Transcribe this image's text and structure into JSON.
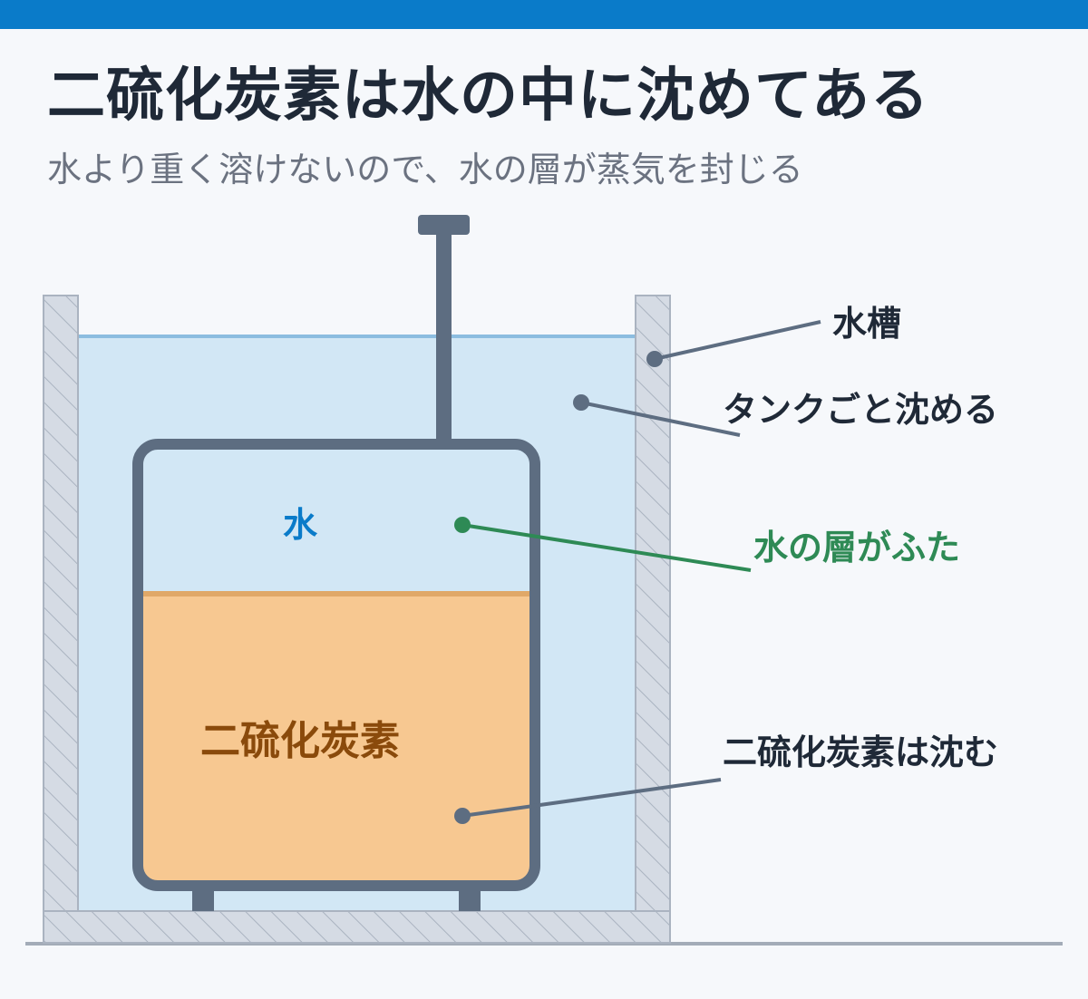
{
  "header": {
    "title": "二硫化炭素は水の中に沈めてある",
    "subtitle": "水より重く溶けないので、水の層が蒸気を封じる"
  },
  "tank": {
    "water_label": "水",
    "cs2_label": "二硫化炭素"
  },
  "callouts": {
    "water_tank": "水槽",
    "submerge": "タンクごと沈める",
    "water_lid": "水の層がふた",
    "cs2_sinks": "二硫化炭素は沈む"
  },
  "colors": {
    "header_bar": "#0a7bc9",
    "water": "#d2e7f5",
    "water_surface": "#8cbde0",
    "cs2": "#f7c891",
    "cs2_text": "#8a4a0b",
    "water_text": "#0a7bc9",
    "lid_text": "#2e8a55",
    "tank_outline": "#5d6d81",
    "tank_wall": "#d5dbe4"
  }
}
